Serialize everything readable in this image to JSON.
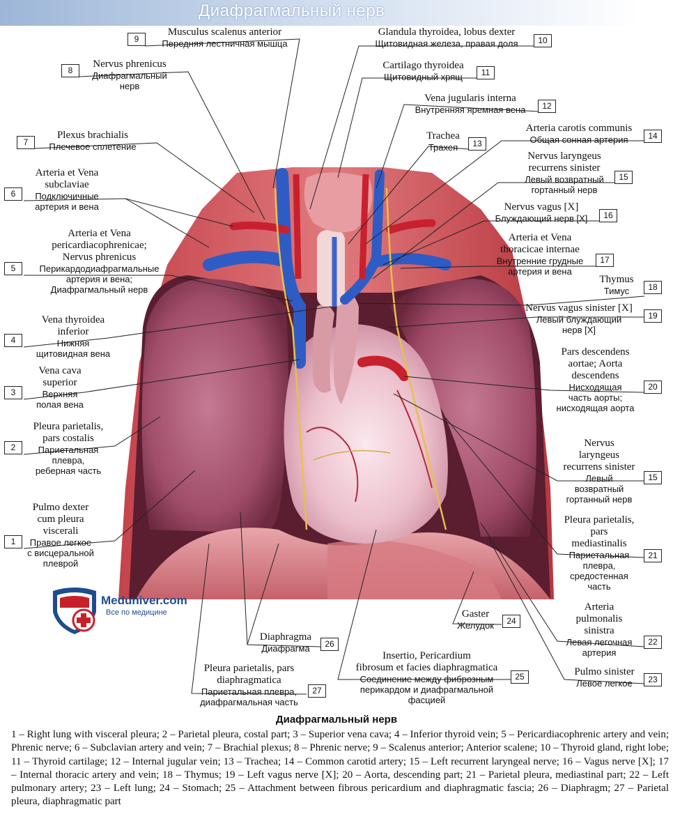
{
  "header": {
    "title": "Диафрагмальный нерв"
  },
  "labels": [
    {
      "num": "1",
      "lat": "Pulmo dexter\ncum pleura\nvisceralі",
      "ru": "Правое легкое\nс висцеральной\nплеврой"
    },
    {
      "num": "2",
      "lat": "Pleura parietalis,\npars costalis",
      "ru": "Париетальная\nплевра,\nреберная часть"
    },
    {
      "num": "3",
      "lat": "Vena cava\nsuperior",
      "ru": "Верхняя\nполая вена"
    },
    {
      "num": "4",
      "lat": "Vena thyroidea\ninferior",
      "ru": "Нижняя\nщитовидная вена"
    },
    {
      "num": "5",
      "lat": "Arteria et Vena\npericardiacophrenicae;\nNervus phrenicus",
      "ru": "Перикардодиафрагмальные\nартерия и вена;\nДиафрагмальный нерв"
    },
    {
      "num": "6",
      "lat": "Arteria et Vena\nsubclaviae",
      "ru": "Подключичные\nартерия и вена"
    },
    {
      "num": "7",
      "lat": "Plexus brachialis",
      "ru": "Плечевое сплетение"
    },
    {
      "num": "8",
      "lat": "Nervus phrenicus",
      "ru": "Диафрагмальный\nнерв"
    },
    {
      "num": "9",
      "lat": "Musculus scalenus anterior",
      "ru": "Передняя лестничная мышца"
    },
    {
      "num": "10",
      "lat": "Glandula thyroidea, lobus dexter",
      "ru": "Щитовидная железа, правая доля"
    },
    {
      "num": "11",
      "lat": "Cartilago thyroidea",
      "ru": "Щитовидный хрящ"
    },
    {
      "num": "12",
      "lat": "Vena jugularis interna",
      "ru": "Внутренняя яремная вена"
    },
    {
      "num": "13",
      "lat": "Trachea",
      "ru": "Трахея"
    },
    {
      "num": "14",
      "lat": "Arteria carotis communis",
      "ru": "Общая сонная артерия"
    },
    {
      "num": "15",
      "lat": "Nervus laryngeus\nrecurrens sinister",
      "ru": "Левый возвратный\nгортанный нерв"
    },
    {
      "num": "16",
      "lat": "Nervus vagus [X]",
      "ru": "Блуждающий нерв [X]"
    },
    {
      "num": "17",
      "lat": "Arteria et Vena\nthoracicae internae",
      "ru": "Внутренние грудные\nартерия и вена"
    },
    {
      "num": "18",
      "lat": "Thymus",
      "ru": "Тимус"
    },
    {
      "num": "19",
      "lat": "Nervus vagus sinister [X]",
      "ru": "Левый блуждающий\nнерв [X]"
    },
    {
      "num": "20",
      "lat": "Pars descendens\naortae; Aorta\ndescendens",
      "ru": "Нисходящая\nчасть аорты;\nнисходящая аорта"
    },
    {
      "num": "15",
      "lat": "Nervus\nlaryngeus\nrecurrens sinister",
      "ru": "Левый\nвозвратный\nгортанный нерв"
    },
    {
      "num": "21",
      "lat": "Pleura parietalis,\npars\nmediastinalis",
      "ru": "Париетальная\nплевра,\nсредостенная\nчасть"
    },
    {
      "num": "22",
      "lat": "Arteria\npulmonalis\nsinistra",
      "ru": "Левая легочная\nартерия"
    },
    {
      "num": "23",
      "lat": "Pulmo sinister",
      "ru": "Левое легкое"
    },
    {
      "num": "24",
      "lat": "Gaster",
      "ru": "Желудок"
    },
    {
      "num": "25",
      "lat": "Insertio, Pericardium\nfibrosum et facies diaphragmatica",
      "ru": "Соединение между фиброзным\nперикардом и диафрагмальной\nфасцией"
    },
    {
      "num": "26",
      "lat": "Diaphragma",
      "ru": "Диафрагма"
    },
    {
      "num": "27",
      "lat": "Pleura parietalis, pars\ndiaphragmatica",
      "ru": "Париетальная плевра,\nдиафрагмальная часть"
    }
  ],
  "logo": {
    "brand": "Meduniver.com",
    "sub": "Все по медицине"
  },
  "caption": {
    "title": "Диафрагмальный нерв",
    "text": "1 – Right lung with visceral pleura; 2 – Parietal pleura, costal part; 3 – Superior vena cava; 4 – Inferior thyroid vein; 5 – Pericardiacophrenic artery and vein; Phrenic nerve; 6 – Subclavian artery and vein; 7 – Brachial plexus; 8 – Phrenic nerve; 9 – Scalenus anterior; Anterior scalene; 10 – Thyroid gland, right lobe; 11 – Thyroid cartilage; 12 – Internal jugular vein; 13 – Trachea; 14 – Common carotid artery; 15 – Left recurrent laryngeal nerve; 16 – Vagus nerve [X]; 17 – Internal thoracic artery and vein; 18 – Thymus; 19 – Left vagus nerve [X]; 20 – Aorta, descending part; 21 – Parietal pleura, mediastinal part; 22 – Left pulmonary artery; 23 – Left lung; 24 – Stomach; 25 – Attachment between fibrous pericardium and diaphragmatic fascia; 26 – Diaphragm; 27 – Parietal pleura, diaphragmatic part"
  }
}
